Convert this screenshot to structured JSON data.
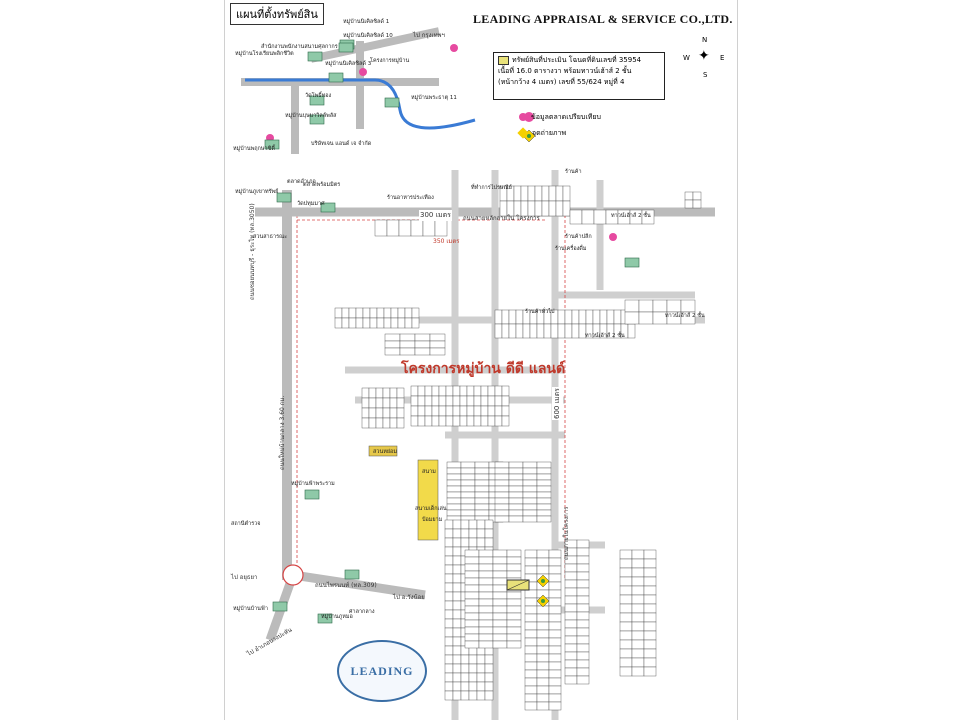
{
  "header": {
    "title": "แผนที่ตั้งทรัพย์สิน",
    "company": "LEADING APPRAISAL & SERVICE CO.,LTD."
  },
  "legend": {
    "subject_line1": "ทรัพย์สินที่ประเมิน โฉนดที่ดินเลขที่ 35954",
    "subject_line2": "เนื้อที่ 16.0 ตารางวา พร้อมทาวน์เฮ้าส์ 2 ชั้น",
    "subject_line3": "(หน้ากว้าง 4 เมตร) เลขที่ 55/624 หมู่ที่ 4",
    "market_data": "ข้อมูลตลาดเปรียบเทียบ",
    "photo_point": "จุดถ่ายภาพ",
    "subject_color": "#e9e27a",
    "market_color": "#e64aa0",
    "photo_color": "#f5d000"
  },
  "compass": {
    "n": "N",
    "s": "S",
    "e": "E",
    "w": "W"
  },
  "project": {
    "name": "โครงการหมู่บ้าน ดีดี แลนด์"
  },
  "roads": {
    "to_bangkok": "ไป กรุงเทพฯ",
    "main_vertical": "ถนนซอยนนทบุรี - ธุระไท (ทล.3050)",
    "soi_bottom": "ถนนใหม่บ้านกลาง 3.60 กม.",
    "soi_main": "ถนนสายหลักสายใน โครงการ",
    "inner_road": "ถนนภายในโครงการ",
    "road_309": "ถนนไพรนนท์ (ทล.309)",
    "to_ayutthaya": "ไป อยุธยา",
    "to_roiet": "ไป อ.วังน้อย",
    "to_bangpahan": "ไป อำเภอบางปะหัน"
  },
  "distances": {
    "d300": "300 เมตร",
    "d600": "600 เมตร",
    "d350": "350 เมตร"
  },
  "pois": {
    "p1": "หมู่บ้านนิเคิลชิลด์ 1",
    "p2": "หมู่บ้านนิเคิลชิลด์ 10",
    "p3": "สำนักงานพนักงานสนามศุลกากร",
    "p4": "หมู่บ้านโรงเรียนพลิกชีวิต",
    "p5": "หมู่บ้านนิเคิลชิลด์ 3",
    "p6": "โครงการหมู่บ้าน",
    "p7": "วัดโพธิ์ทอง",
    "p8": "หมู่บ้านบุษบาวิลล์พลัส",
    "p9": "หมู่บ้านพระธาตุ 11",
    "p10": "บริษัทเจน แอนด์ เจ จำกัด",
    "p11": "หมู่บ้านพฤกษาซิตี้",
    "p12": "ตลาดอำเภอ",
    "p13": "ร้านอาหารประเทือง",
    "p14": "ที่ทำการไปรษณีย์",
    "p15": "หมู่บ้านภูเขาทรัพย์",
    "p16": "วัดปทุมมาศ",
    "p17": "สวนสาธารณะ",
    "p18": "หมู่บ้านฟ้าพระราม",
    "p19": "หมู่บ้านภูหมอ",
    "p20": "ศาลากลาง",
    "p21": "สถานีตำรวจ",
    "p22": "หมู่บ้านบ้านฟ้า",
    "p23": "ร้านค้า",
    "p24": "ร้านค้าปลีก",
    "p25": "ร้านเครื่องดื่ม",
    "p26": "ร้านค้าทั่วไป",
    "p27": "สวนหย่อม",
    "p28": "สนาม",
    "p29": "ป้อมยาม"
  },
  "blocks": {
    "shop2": "ทาวน์เฮ้าส์ 2 ชั้น",
    "label_mall": "ตลาดพร้อมมิตร",
    "kindergarten": "สนามเด็กเล่น"
  },
  "logo": {
    "text": "LEADING"
  }
}
